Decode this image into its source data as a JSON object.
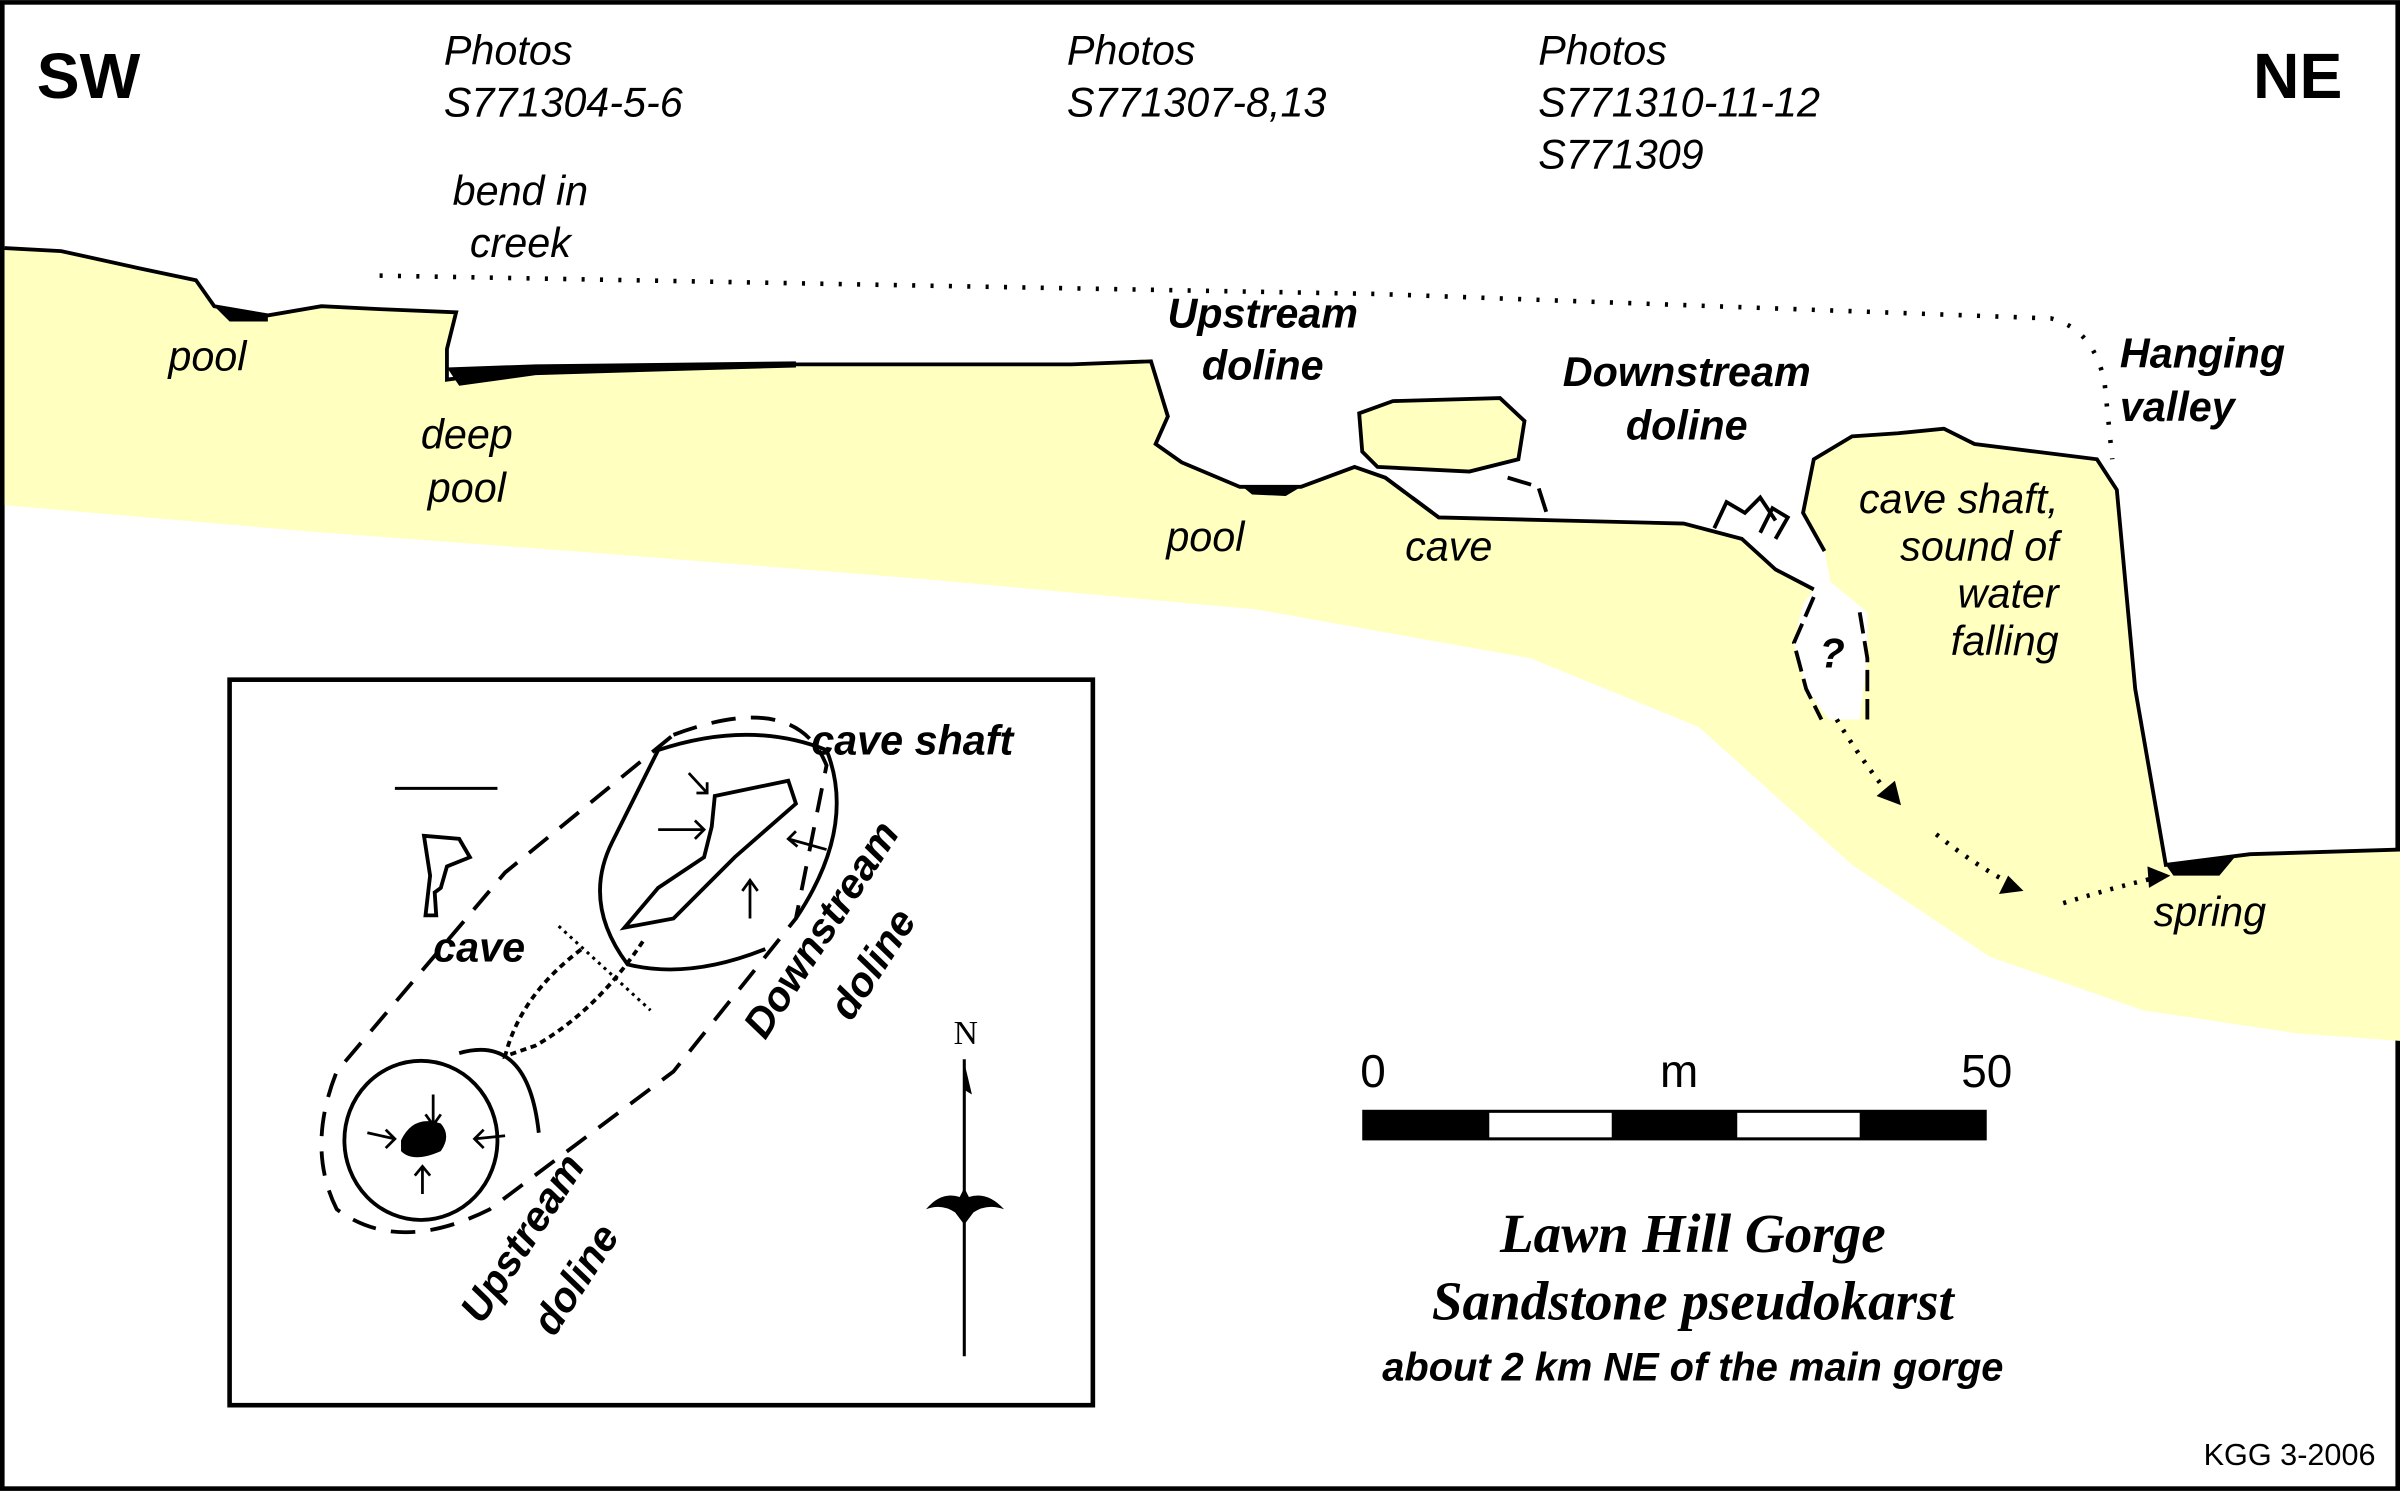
{
  "directions": {
    "left": "SW",
    "right": "NE"
  },
  "photos": [
    {
      "label": "Photos",
      "ids": [
        "S771304-5-6"
      ]
    },
    {
      "label": "Photos",
      "ids": [
        "S771307-8,13"
      ]
    },
    {
      "label": "Photos",
      "ids": [
        "S771310-11-12",
        "S771309"
      ]
    }
  ],
  "profile_labels": {
    "bend": [
      "bend in",
      "creek"
    ],
    "pool1": "pool",
    "deep_pool": [
      "deep",
      "pool"
    ],
    "upstream_doline": [
      "Upstream",
      "doline"
    ],
    "pool2": "pool",
    "downstream_doline": [
      "Downstream",
      "doline"
    ],
    "cave": "cave",
    "hanging_valley": [
      "Hanging",
      "valley"
    ],
    "cave_shaft": [
      "cave shaft,",
      "sound of",
      "water",
      "falling"
    ],
    "question": "?",
    "spring": "spring"
  },
  "inset": {
    "cave_shaft": "cave shaft",
    "cave": "cave",
    "downstream_doline": [
      "Downstream",
      "doline"
    ],
    "upstream_doline": [
      "Upstream",
      "doline"
    ],
    "north": "N"
  },
  "scale_bar": {
    "min": "0",
    "unit": "m",
    "max": "50",
    "segments": 5
  },
  "title": {
    "line1": "Lawn Hill Gorge",
    "line2": "Sandstone pseudokarst",
    "line3": "about 2 km NE of the main gorge"
  },
  "credit": "KGG 3-2006",
  "colors": {
    "rock": "#FFFFC0",
    "ink": "#000000"
  }
}
